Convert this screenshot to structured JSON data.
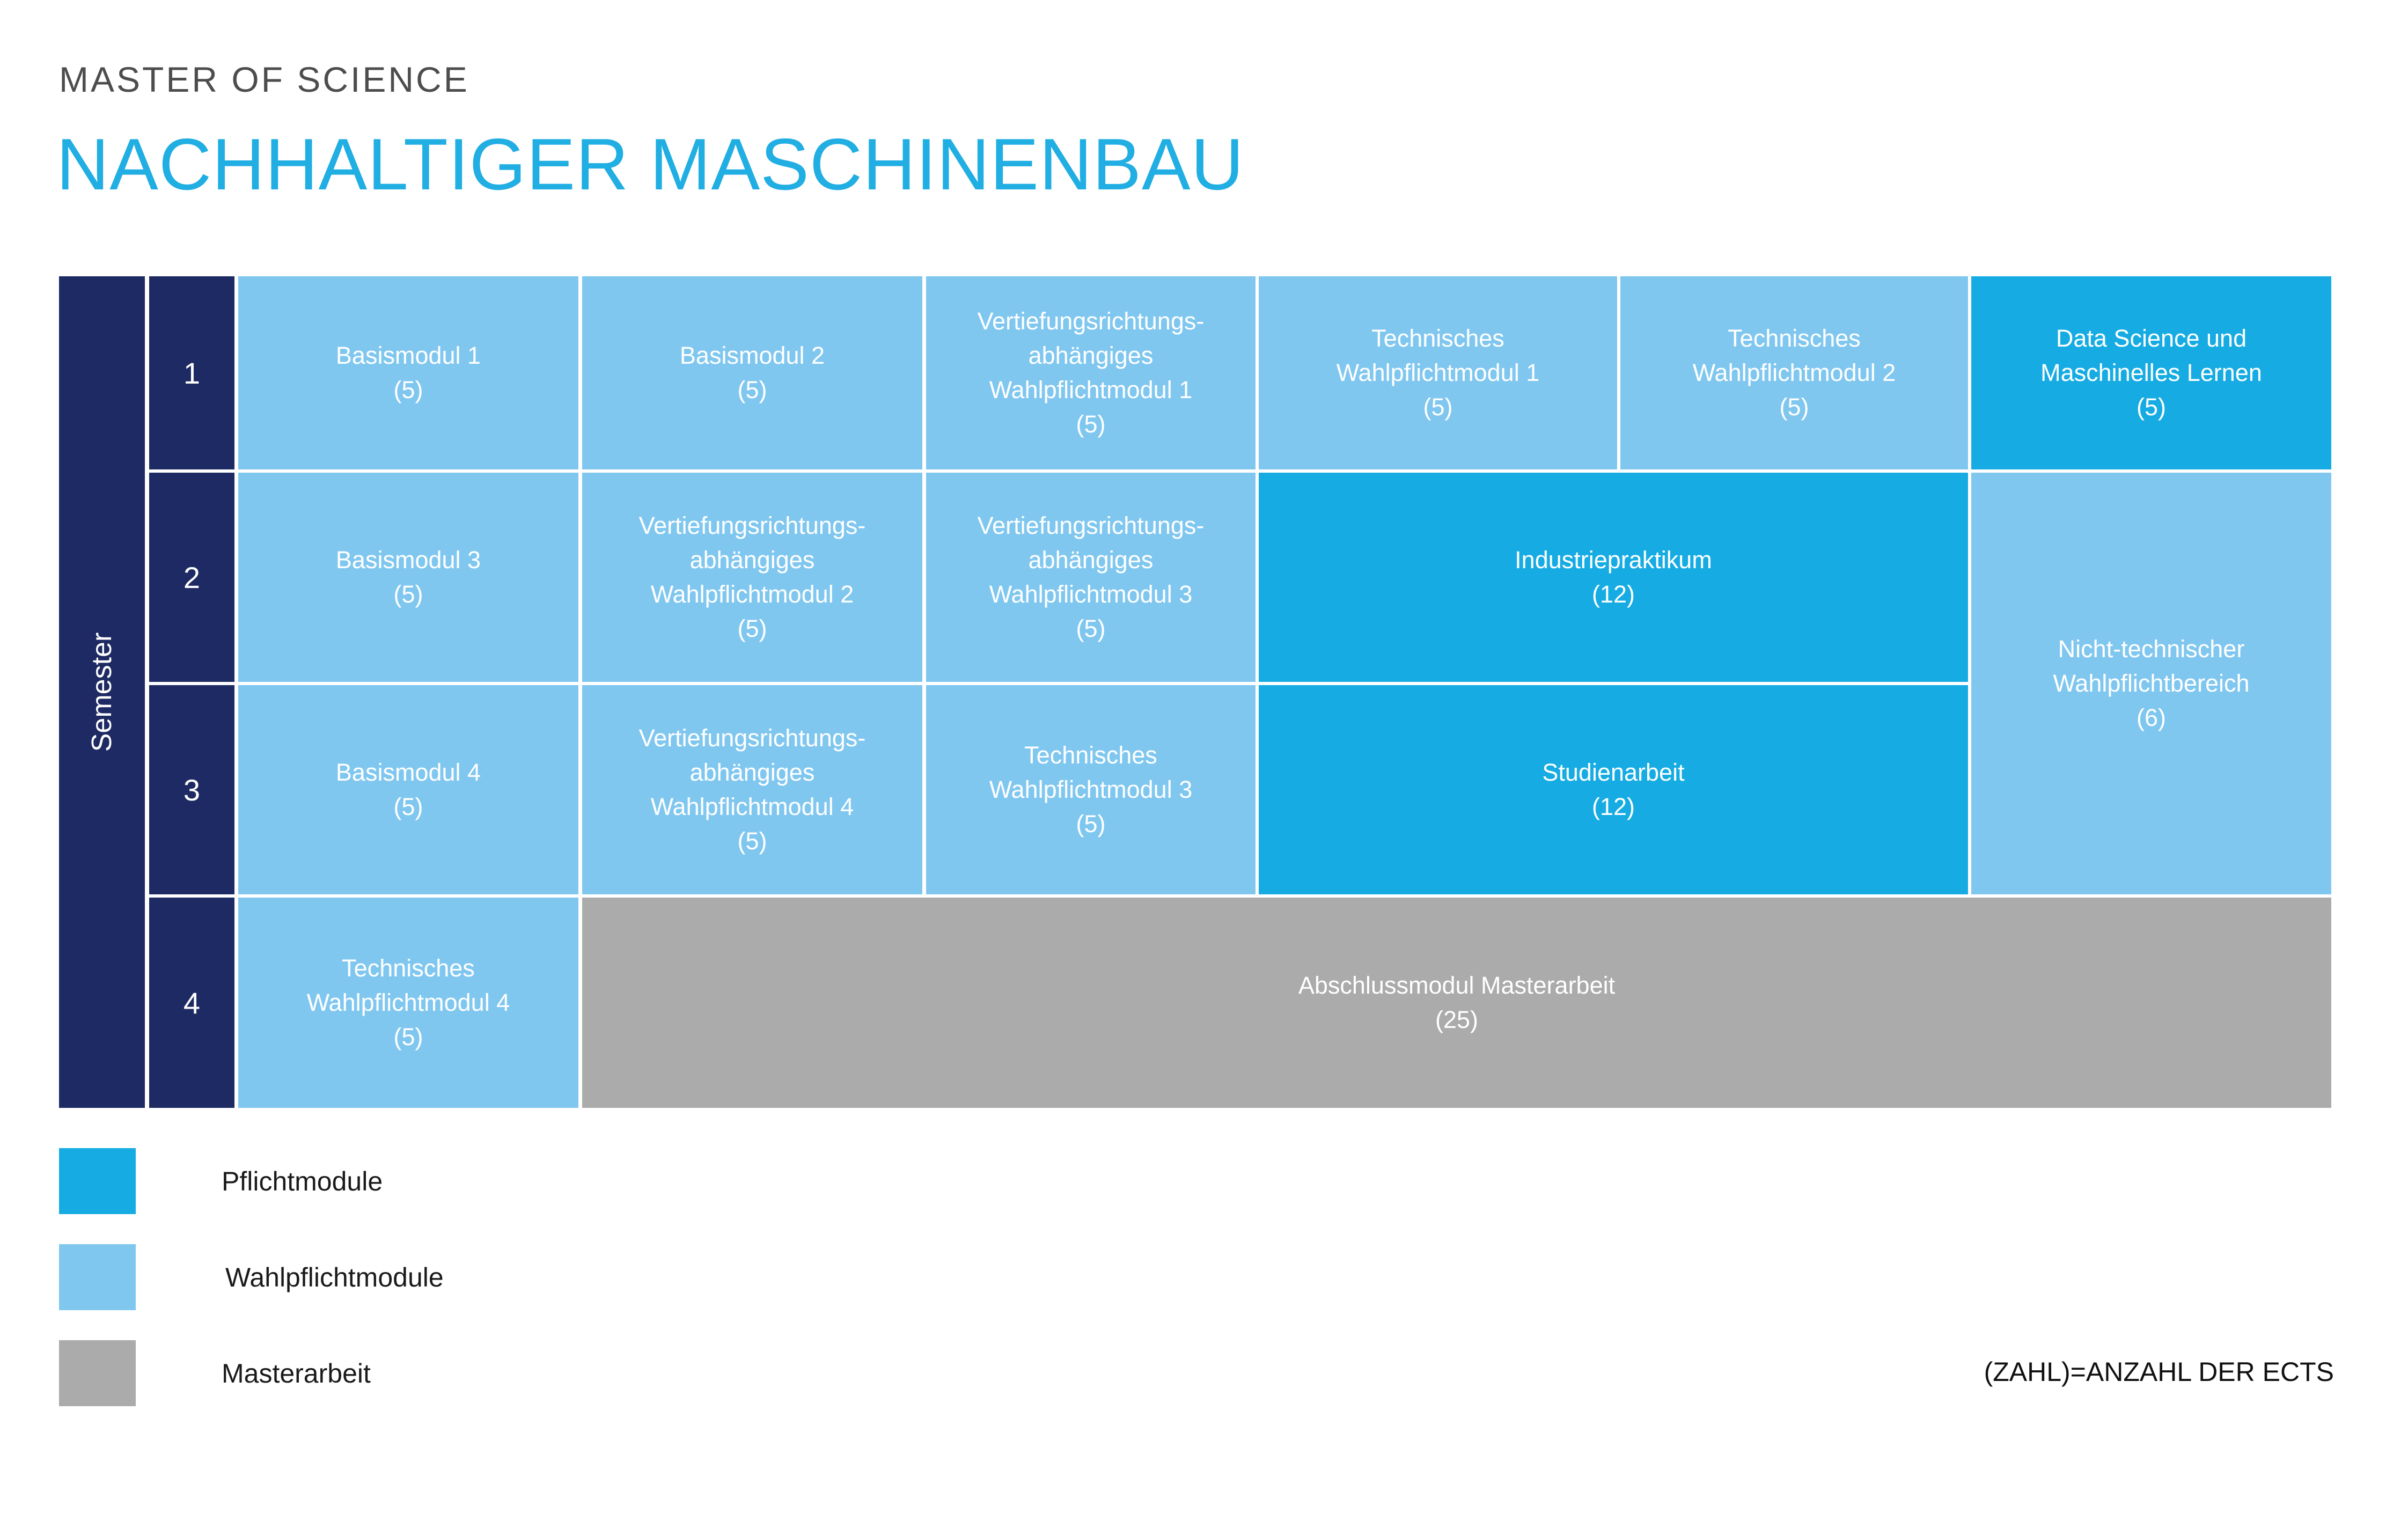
{
  "header": {
    "kicker": "MASTER OF SCIENCE",
    "title": "NACHHALTIGER MASCHINENBAU"
  },
  "matrix": {
    "axis_label": "Semester",
    "semesters": [
      "1",
      "2",
      "3",
      "4"
    ],
    "cells": [
      {
        "id": "r1c1",
        "name": "Basismodul 1",
        "ects": "(5)",
        "type": "wahlpflicht",
        "semester": "1"
      },
      {
        "id": "r1c2",
        "name": "Basismodul 2",
        "ects": "(5)",
        "type": "wahlpflicht",
        "semester": "1"
      },
      {
        "id": "r1c3",
        "name": "Vertiefungsrichtungs-\nabhängiges\nWahlpflichtmodul 1",
        "ects": "(5)",
        "type": "wahlpflicht",
        "semester": "1"
      },
      {
        "id": "r1c4",
        "name": "Technisches\nWahlpflichtmodul 1",
        "ects": "(5)",
        "type": "wahlpflicht",
        "semester": "1"
      },
      {
        "id": "r1c5",
        "name": "Technisches\nWahlpflichtmodul 2",
        "ects": "(5)",
        "type": "wahlpflicht",
        "semester": "1"
      },
      {
        "id": "r1c6",
        "name": "Data Science und\nMaschinelles Lernen",
        "ects": "(5)",
        "type": "pflicht",
        "semester": "1"
      },
      {
        "id": "r2c1",
        "name": "Basismodul 3",
        "ects": "(5)",
        "type": "wahlpflicht",
        "semester": "2"
      },
      {
        "id": "r2c2",
        "name": "Vertiefungsrichtungs-\nabhängiges\nWahlpflichtmodul 2",
        "ects": "(5)",
        "type": "wahlpflicht",
        "semester": "2"
      },
      {
        "id": "r2c3",
        "name": "Vertiefungsrichtungs-\nabhängiges\nWahlpflichtmodul 3",
        "ects": "(5)",
        "type": "wahlpflicht",
        "semester": "2"
      },
      {
        "id": "r2c45",
        "name": "Industriepraktikum",
        "ects": "(12)",
        "type": "pflicht",
        "semester": "2"
      },
      {
        "id": "r23c6",
        "name": "Nicht-technischer\nWahlpflichtbereich",
        "ects": "(6)",
        "type": "wahlpflicht",
        "semester": "2-3"
      },
      {
        "id": "r3c1",
        "name": "Basismodul 4",
        "ects": "(5)",
        "type": "wahlpflicht",
        "semester": "3"
      },
      {
        "id": "r3c2",
        "name": "Vertiefungsrichtungs-\nabhängiges\nWahlpflichtmodul 4",
        "ects": "(5)",
        "type": "wahlpflicht",
        "semester": "3"
      },
      {
        "id": "r3c3",
        "name": "Technisches\nWahlpflichtmodul 3",
        "ects": "(5)",
        "type": "wahlpflicht",
        "semester": "3"
      },
      {
        "id": "r3c45",
        "name": "Studienarbeit",
        "ects": "(12)",
        "type": "pflicht",
        "semester": "3"
      },
      {
        "id": "r4c1",
        "name": "Technisches\nWahlpflichtmodul 4",
        "ects": "(5)",
        "type": "wahlpflicht",
        "semester": "4"
      },
      {
        "id": "r4rest",
        "name": "Abschlussmodul Masterarbeit",
        "ects": "(25)",
        "type": "masterarbeit",
        "semester": "4"
      }
    ]
  },
  "legend": {
    "items": [
      {
        "label": "Pflichtmodule",
        "color": "#16ACE3"
      },
      {
        "label": "Wahlpflichtmodule",
        "color": "#80C7F0"
      },
      {
        "label": "Masterarbeit",
        "color": "#ABABAB"
      }
    ]
  },
  "footer": {
    "ects_note": "(ZAHL)=ANZAHL DER ECTS"
  },
  "colors": {
    "navy": "#1E2A63",
    "pflicht": "#16ACE3",
    "wahlpflicht": "#80C7F0",
    "masterarbeit": "#ABABAB",
    "accent_title": "#20AEE3",
    "kicker": "#4d4d4d"
  }
}
